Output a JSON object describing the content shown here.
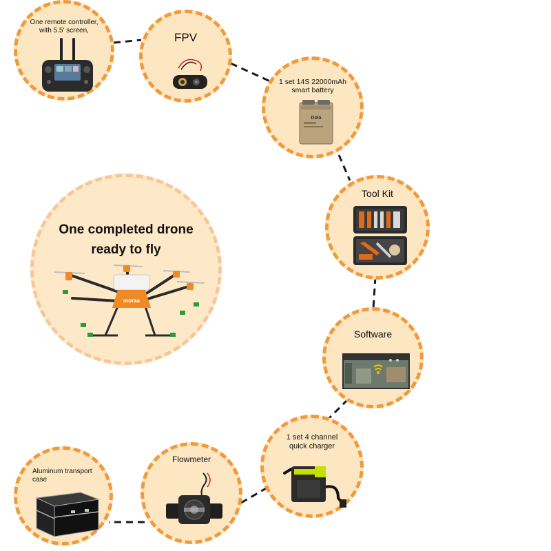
{
  "center": {
    "title_line1": "One completed drone",
    "title_line2": "ready to fly"
  },
  "items": {
    "remote_controller": {
      "label_line1": "One remote controller,",
      "label_line2": "with 5.5' screen,"
    },
    "fpv": {
      "label": "FPV"
    },
    "battery": {
      "label_line1": "1 set 14S 22000mAh",
      "label_line2": "smart battery",
      "box_text": "Dola"
    },
    "tool_kit": {
      "label": "Tool Kit"
    },
    "software": {
      "label": "Software"
    },
    "charger": {
      "label_line1": "1 set 4 channel",
      "label_line2": "quick charger"
    },
    "flowmeter": {
      "label": "Flowmeter"
    },
    "transport_case": {
      "label_line1": "Aluminum transport",
      "label_line2": "case"
    }
  },
  "drone_body_text": "moraa",
  "colors": {
    "circle_fill": "#fde6c2",
    "circle_border": "#f19a3c",
    "big_border": "#f7c79a",
    "connector": "#1a1a1a",
    "drone_accent": "#f08a24"
  }
}
